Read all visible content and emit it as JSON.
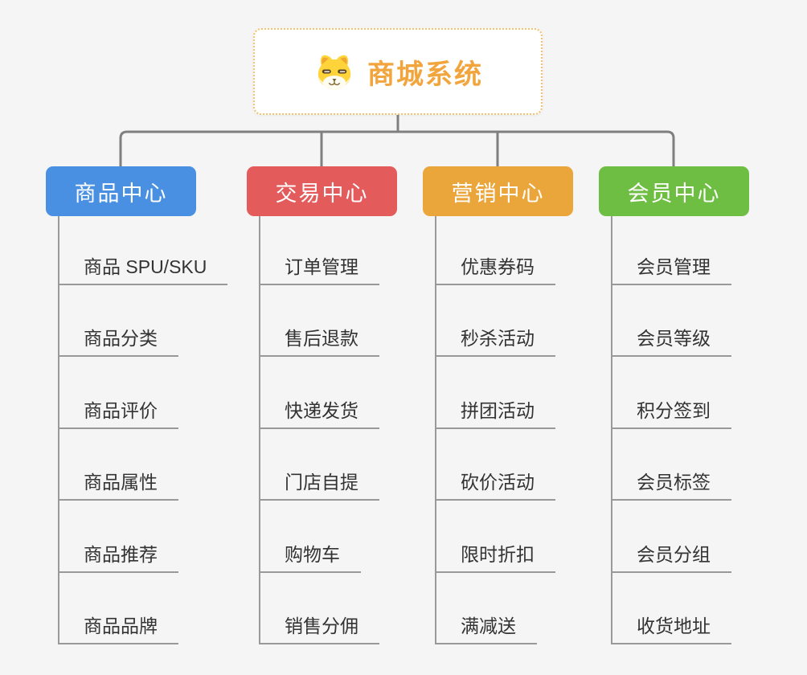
{
  "root": {
    "title": "商城系统",
    "icon": "dog-face-icon"
  },
  "colors": {
    "background": "#f5f5f5",
    "root_border": "#f5c06b",
    "root_text": "#f2a53d",
    "connector": "#7f7f7f",
    "child_line": "#999999",
    "child_text": "#333333"
  },
  "branches": [
    {
      "label": "商品中心",
      "color": "#4a90e2",
      "children": [
        "商品 SPU/SKU",
        "商品分类",
        "商品评价",
        "商品属性",
        "商品推荐",
        "商品品牌"
      ]
    },
    {
      "label": "交易中心",
      "color": "#e45b5b",
      "children": [
        "订单管理",
        "售后退款",
        "快递发货",
        "门店自提",
        "购物车",
        "销售分佣"
      ]
    },
    {
      "label": "营销中心",
      "color": "#eaa63b",
      "children": [
        "优惠券码",
        "秒杀活动",
        "拼团活动",
        "砍价活动",
        "限时折扣",
        "满减送"
      ]
    },
    {
      "label": "会员中心",
      "color": "#6fbe44",
      "children": [
        "会员管理",
        "会员等级",
        "积分签到",
        "会员标签",
        "会员分组",
        "收货地址"
      ]
    }
  ]
}
